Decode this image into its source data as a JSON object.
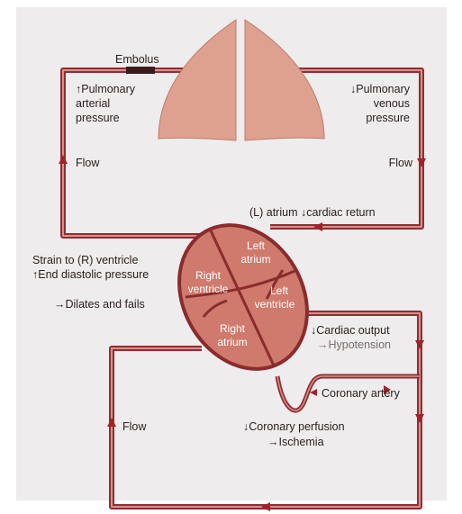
{
  "labels": {
    "embolus": "Embolus",
    "pulm_arterial_1": "↑Pulmonary",
    "pulm_arterial_2": "arterial",
    "pulm_arterial_3": "pressure",
    "pulm_venous_1": "↓Pulmonary",
    "pulm_venous_2": "venous",
    "pulm_venous_3": "pressure",
    "flow_left_top": "Flow",
    "flow_right_top": "Flow",
    "la_return": "(L) atrium ↓cardiac return",
    "strain_1": "Strain to (R) ventricle",
    "strain_2": "↑End diastolic pressure",
    "dilates": "→Dilates and fails",
    "left_atrium_1": "Left",
    "left_atrium_2": "atrium",
    "right_ventricle_1": "Right",
    "right_ventricle_2": "ventricle",
    "left_ventricle_1": "Left",
    "left_ventricle_2": "ventricle",
    "right_atrium_1": "Right",
    "right_atrium_2": "atrium",
    "cardiac_output": "↓Cardiac output",
    "hypotension": "→Hypotension",
    "coronary_artery": "Coronary artery",
    "flow_bottom": "Flow",
    "coronary_perfusion": "↓Coronary perfusion",
    "ischemia": "→Ischemia"
  },
  "colors": {
    "vessel": "#8e2e33",
    "vessel_fill": "#d88f8c",
    "lung": "#dea08f",
    "heart": "#cf7a6c",
    "heart_outline": "#8a2b2d",
    "arrow": "#a2222b",
    "panel": "#eeecec"
  }
}
